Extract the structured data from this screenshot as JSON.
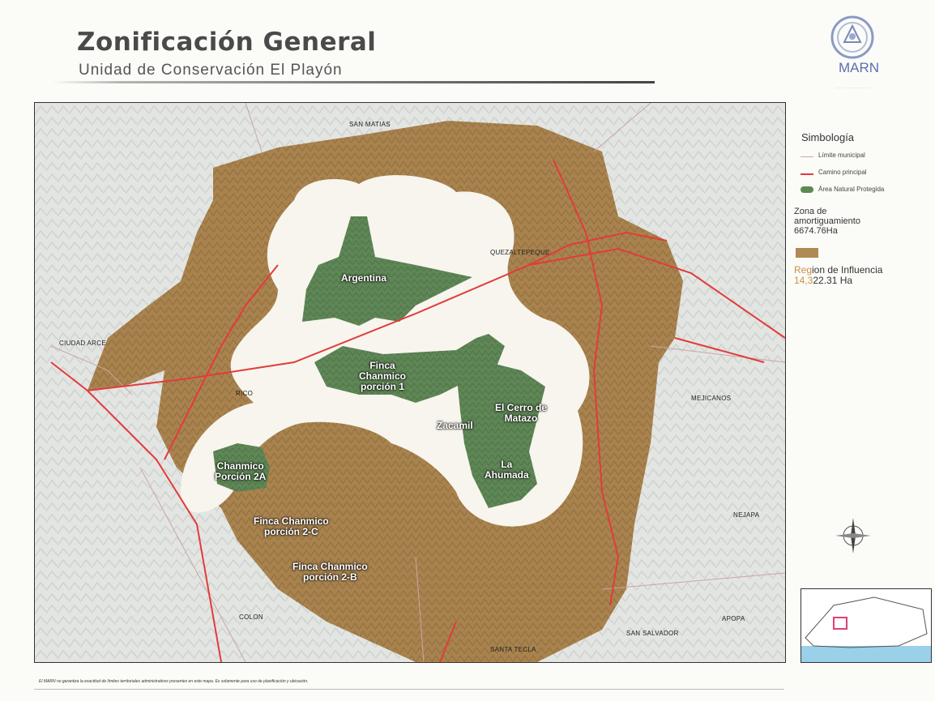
{
  "header": {
    "title": "Zonificación General",
    "subtitle": "Unidad de Conservación El Playón"
  },
  "logo": {
    "text": "MARN"
  },
  "map": {
    "places": {
      "san_matias": "SAN MATIAS",
      "quezaltepeque": "QUEZALTEPEQUE",
      "ciudad_arce": "CIUDAD ARCE",
      "colon": "COLON",
      "mejicanos": "MEJICANOS",
      "san_salvador": "SAN SALVADOR",
      "santa_tecla": "SANTA TECLA",
      "nejapa": "NEJAPA",
      "apopa": "APOPA",
      "el_rico": "RICO"
    },
    "zones": {
      "argentina": "Argentina",
      "finca_chanmico": "Finca\nChanmico\nporción 1",
      "chanmico_porcion_2a": "Chanmico\nPorción 2A",
      "finca_porcion_2c": "Finca Chanmico\nporción 2-C",
      "finca_porcion_2b": "Finca Chanmico\nporción 2-B",
      "el_cerro": "El Cerro de\nMatazo",
      "la_ahumada": "La\nAhumada",
      "zacamil": "Zacamil"
    }
  },
  "legend": {
    "title": "Simbología",
    "items": [
      {
        "label": "Límite municipal",
        "color": "#c9a6a6"
      },
      {
        "label": "Camino principal",
        "color": "#e23b3b"
      },
      {
        "label": "Área Natural Protegida",
        "color": "#5e8a52"
      }
    ],
    "buffer": {
      "label": "Zona de amortiguamiento",
      "value": "6674.76Ha",
      "color": "#b08a55"
    },
    "influence": {
      "label_accent": "Reg",
      "label_rest": "ion de Influencia",
      "value_accent": "14,3",
      "value_rest": "22.31 Ha"
    }
  },
  "disclaimer": "El MARN no garantiza la exactitud de límites territoriales administrativos presentes en este mapa. Es solamente para uso de planificación y ubicación."
}
